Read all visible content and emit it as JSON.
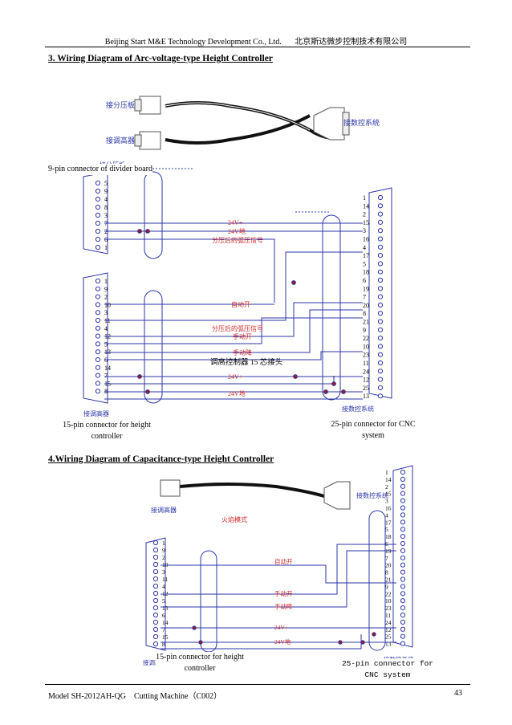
{
  "header": {
    "company_en": "Beijing Start M&E Technology Development Co., Ltd.",
    "company_cn": "北京斯达微步控制技术有限公司"
  },
  "section3": {
    "title": "3. Wiring Diagram of Arc-voltage-type Height Controller",
    "cable_label_divider": "接分压板",
    "cable_label_height": "接调高器",
    "cable_label_cnc": "接数控系统",
    "connector9_title": "接分压板",
    "connector9_label": "9-pin connector of divider board",
    "pins9": [
      "5",
      "9",
      "4",
      "8",
      "3",
      "7",
      "2",
      "6",
      "1"
    ],
    "pins15": [
      "1",
      "9",
      "2",
      "10",
      "3",
      "11",
      "4",
      "12",
      "5",
      "13",
      "6",
      "14",
      "7",
      "15",
      "8"
    ],
    "pins25": [
      "1",
      "14",
      "2",
      "15",
      "3",
      "16",
      "4",
      "17",
      "5",
      "18",
      "6",
      "19",
      "7",
      "20",
      "8",
      "21",
      "9",
      "22",
      "10",
      "23",
      "11",
      "24",
      "12",
      "25",
      "13"
    ],
    "signals": [
      "24V+",
      "24V地",
      "分压后的弧压信号",
      "自动开",
      "分压后的弧压信号",
      "手动开",
      "手动降",
      "24V+",
      "24V地"
    ],
    "cable_note": "调高控制器 15 芯接头",
    "label_height_bottom": "接调高器",
    "label_cnc_bottom": "接数控系统",
    "label_15pin": "15-pin connector for height controller",
    "label_25pin": "25-pin connector for CNC system"
  },
  "section4": {
    "title": "4.Wiring Diagram of Capacitance-type Height Controller",
    "cable_label_height": "接调高器",
    "cable_label_cnc": "接数控系统",
    "mode_label": "火焰模式",
    "pins15": [
      "1",
      "9",
      "2",
      "10",
      "3",
      "11",
      "4",
      "12",
      "5",
      "13",
      "6",
      "14",
      "7",
      "15",
      "8"
    ],
    "pins25": [
      "1",
      "14",
      "2",
      "15",
      "3",
      "16",
      "4",
      "17",
      "5",
      "18",
      "6",
      "19",
      "7",
      "20",
      "8",
      "21",
      "9",
      "22",
      "10",
      "23",
      "11",
      "24",
      "12",
      "25",
      "13"
    ],
    "signals": [
      "自动开",
      "手动开",
      "手动降",
      "24V+",
      "24V地"
    ],
    "label_height_bottom": "接调高器",
    "label_cnc_bottom": "接数控系统",
    "label_15pin": "15-pin connector for height controller",
    "label_25pin": "25-pin connector for CNC system"
  },
  "footer": {
    "model": "Model SH-2012AH-QG",
    "machine": "Cutting Machine（C002）",
    "page": "43"
  }
}
